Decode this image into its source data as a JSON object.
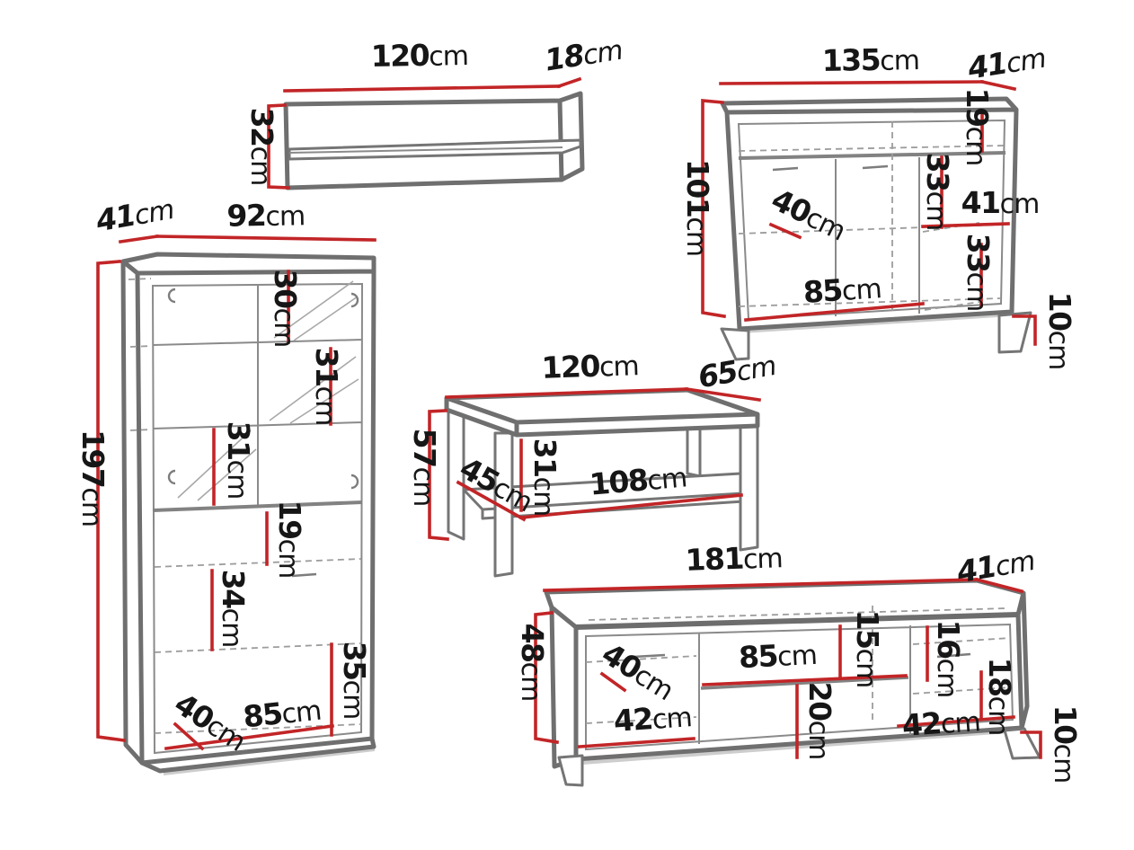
{
  "diagram": "furniture-set-dimensions",
  "colors": {
    "dimension_line": "#c22527",
    "outline": "#6f6f6f",
    "interior_line": "#8a8a8a",
    "dashed_line": "#9c9c9c",
    "text": "#161616",
    "background": "#ffffff"
  },
  "pieces": {
    "wall_shelf": {
      "dims": {
        "width": {
          "v": "120",
          "u": "cm"
        },
        "depth": {
          "v": "18",
          "u": "cm"
        },
        "height": {
          "v": "32",
          "u": "cm"
        }
      }
    },
    "sideboard": {
      "dims": {
        "width": {
          "v": "135",
          "u": "cm"
        },
        "depth": {
          "v": "41",
          "u": "cm"
        },
        "height": {
          "v": "101",
          "u": "cm"
        },
        "top_gap": {
          "v": "19",
          "u": "cm"
        },
        "upper_shelf": {
          "v": "33",
          "u": "cm"
        },
        "niche_width": {
          "v": "41",
          "u": "cm"
        },
        "niche_depth": {
          "v": "40",
          "u": "cm"
        },
        "lower_shelf": {
          "v": "33",
          "u": "cm"
        },
        "inner_width": {
          "v": "85",
          "u": "cm"
        },
        "leg_height": {
          "v": "10",
          "u": "cm"
        }
      }
    },
    "tall_cabinet": {
      "dims": {
        "depth": {
          "v": "41",
          "u": "cm"
        },
        "width": {
          "v": "92",
          "u": "cm"
        },
        "height": {
          "v": "197",
          "u": "cm"
        },
        "glass_top": {
          "v": "30",
          "u": "cm"
        },
        "glass_right": {
          "v": "31",
          "u": "cm"
        },
        "glass_left": {
          "v": "31",
          "u": "cm"
        },
        "top_gap": {
          "v": "19",
          "u": "cm"
        },
        "mid_shelf": {
          "v": "34",
          "u": "cm"
        },
        "bottom_shelf": {
          "v": "35",
          "u": "cm"
        },
        "inner_depth": {
          "v": "40",
          "u": "cm"
        },
        "inner_width": {
          "v": "85",
          "u": "cm"
        }
      }
    },
    "coffee_table": {
      "dims": {
        "width": {
          "v": "120",
          "u": "cm"
        },
        "depth": {
          "v": "65",
          "u": "cm"
        },
        "height": {
          "v": "57",
          "u": "cm"
        },
        "under_depth": {
          "v": "45",
          "u": "cm"
        },
        "under_height": {
          "v": "31",
          "u": "cm"
        },
        "shelf_width": {
          "v": "108",
          "u": "cm"
        }
      }
    },
    "tv_stand": {
      "dims": {
        "width": {
          "v": "181",
          "u": "cm"
        },
        "depth": {
          "v": "41",
          "u": "cm"
        },
        "height": {
          "v": "48",
          "u": "cm"
        },
        "inner_depth": {
          "v": "40",
          "u": "cm"
        },
        "top_gap": {
          "v": "15",
          "u": "cm"
        },
        "shelf_width": {
          "v": "85",
          "u": "cm"
        },
        "right_gap": {
          "v": "16",
          "u": "cm"
        },
        "right_inner": {
          "v": "18",
          "u": "cm"
        },
        "middle_gap": {
          "v": "20",
          "u": "cm"
        },
        "door_left": {
          "v": "42",
          "u": "cm"
        },
        "door_right": {
          "v": "42",
          "u": "cm"
        },
        "leg_height": {
          "v": "10",
          "u": "cm"
        }
      }
    }
  }
}
